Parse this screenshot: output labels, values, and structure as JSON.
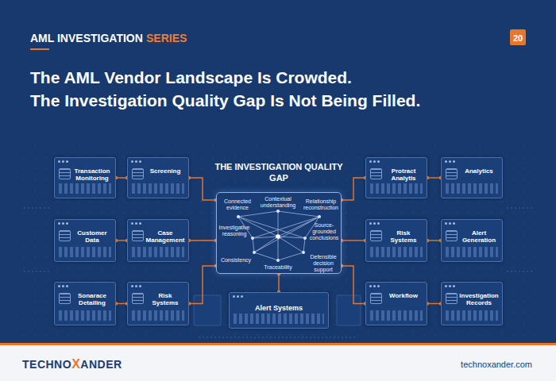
{
  "diagram": {
    "title": "The AML Vendor Landscape Is Crowded. The Investigation Quality Gap Is Not Being Filled.",
    "nodes": [
      {
        "text": [
          "Transaction Monitoring"
        ]
      },
      {
        "text": [
          "Screening"
        ]
      },
      {
        "text": [
          "Customer Data"
        ]
      },
      {
        "text": [
          "Case Management"
        ]
      },
      {
        "text": [
          "Sonarace Detailing"
        ]
      },
      {
        "text": [
          "Risk Systems"
        ]
      },
      {
        "text": [
          "THE INVESTIGATION QUALITY GAP"
        ]
      },
      {
        "text": [
          "Alert Systems"
        ]
      },
      {
        "text": [
          "Protract Analytis"
        ]
      },
      {
        "text": [
          "Analytics"
        ]
      },
      {
        "text": [
          "Risk Systems"
        ]
      },
      {
        "text": [
          "Alert Generation"
        ]
      },
      {
        "text": [
          "Workflow"
        ]
      },
      {
        "text": [
          "Investigation Records"
        ]
      }
    ],
    "edges": [
      {
        "from": 0,
        "to": 1,
        "arrow": "none"
      },
      {
        "from": 1,
        "to": 6,
        "arrow": "none"
      },
      {
        "from": 2,
        "to": 3,
        "arrow": "none"
      },
      {
        "from": 3,
        "to": 6,
        "arrow": "none"
      },
      {
        "from": 4,
        "to": 5,
        "arrow": "none"
      },
      {
        "from": 5,
        "to": 6,
        "arrow": "none"
      },
      {
        "from": 7,
        "to": 6,
        "arrow": "none"
      },
      {
        "from": 6,
        "to": 8,
        "arrow": "none"
      },
      {
        "from": 8,
        "to": 9,
        "arrow": "none"
      },
      {
        "from": 6,
        "to": 10,
        "arrow": "none"
      },
      {
        "from": 10,
        "to": 11,
        "arrow": "none"
      },
      {
        "from": 6,
        "to": 12,
        "arrow": "none"
      },
      {
        "from": 12,
        "to": 13,
        "arrow": "none"
      }
    ],
    "labels": [
      "AML INVESTIGATION",
      "SERIES",
      "20",
      "Connected evidence",
      "Contextual understanding",
      "Relationship reconstruction",
      "Investigative reasoning",
      "Source-grounded conclusions",
      "Consistency",
      "Traceability",
      "Defensible decision support",
      "TECHNOXANDER",
      "technoxander.com"
    ]
  }
}
